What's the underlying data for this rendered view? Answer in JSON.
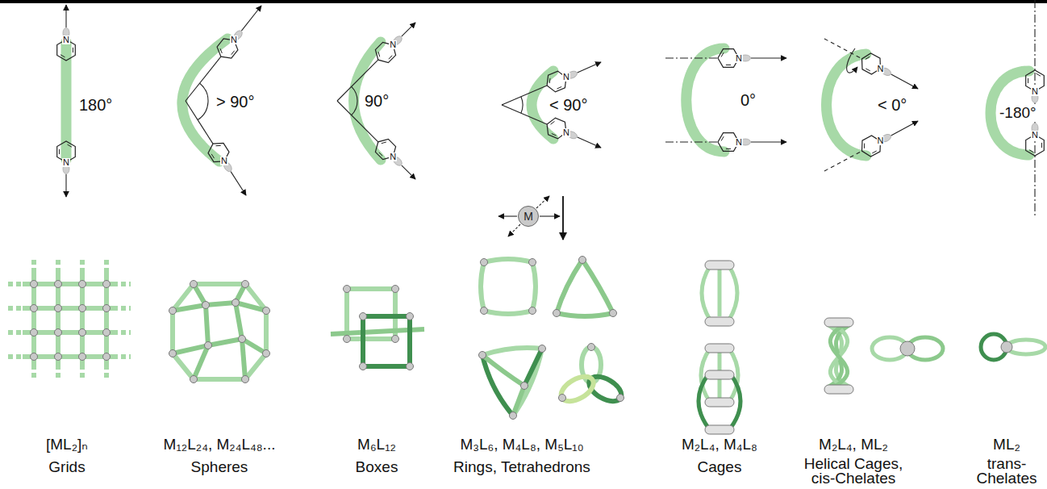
{
  "diagram": {
    "nodes": [
      {
        "text": [
          "M"
        ]
      }
    ],
    "labels": [
      "180°",
      "> 90°",
      "90°",
      "< 90°",
      "0°",
      "< 0°",
      "-180°",
      "N",
      "N",
      "N",
      "N",
      "N",
      "N",
      "N",
      "N",
      "N",
      "N",
      "N",
      "N",
      "N",
      "N",
      "[ML₂]ₙ",
      "Grids",
      "M₁₂L₂₄, M₂₄L₄₈...",
      "Spheres",
      "M₆L₁₂",
      "Boxes",
      "M₃L₆, M₄L₈, M₅L₁₀",
      "Rings, Tetrahedrons",
      "M₂L₄, M₄L₈",
      "Cages",
      "M₂L₄, ML₂",
      "Helical Cages, cis-Chelates",
      "ML₂",
      "trans- Chelates"
    ]
  }
}
